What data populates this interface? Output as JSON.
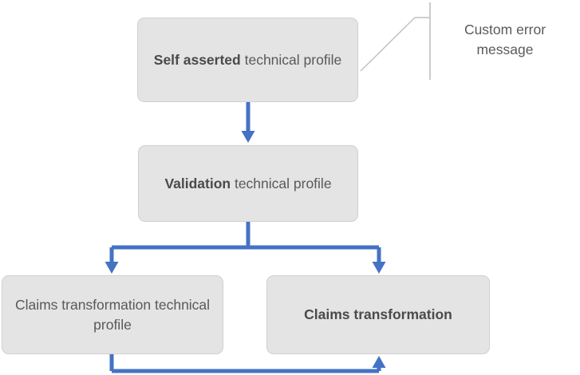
{
  "diagram": {
    "type": "flowchart",
    "background_color": "#FFFFFF",
    "node_fill_color": "#E4E4E4",
    "node_border_color": "#D0D0D0",
    "text_color": "#595959",
    "connector_color": "#4472C4",
    "callout_line_color": "#BFBFBF",
    "nodes": [
      {
        "id": "self-asserted",
        "emphasis": "Self asserted",
        "rest": " technical profile",
        "bold_all": false
      },
      {
        "id": "validation",
        "emphasis": "Validation",
        "rest": " technical profile",
        "bold_all": false
      },
      {
        "id": "claims-transformation-tp",
        "emphasis": "",
        "rest": "Claims transformation technical profile",
        "bold_all": false
      },
      {
        "id": "claims-transformation",
        "emphasis": "",
        "rest": "Claims transformation",
        "bold_all": true
      }
    ],
    "callout": {
      "label_line_1": "Custom error",
      "label_line_2": "message",
      "full_label": "Custom error message"
    },
    "connectors": [
      {
        "from": "self-asserted",
        "to": "validation",
        "style": "straight-down-arrow"
      },
      {
        "from": "validation",
        "to": "claims-transformation-tp",
        "style": "split-branch-down-arrow"
      },
      {
        "from": "validation",
        "to": "claims-transformation",
        "style": "split-branch-down-arrow"
      },
      {
        "from": "claims-transformation-tp",
        "to": "claims-transformation",
        "style": "bottom-loop-up-arrow"
      }
    ]
  }
}
